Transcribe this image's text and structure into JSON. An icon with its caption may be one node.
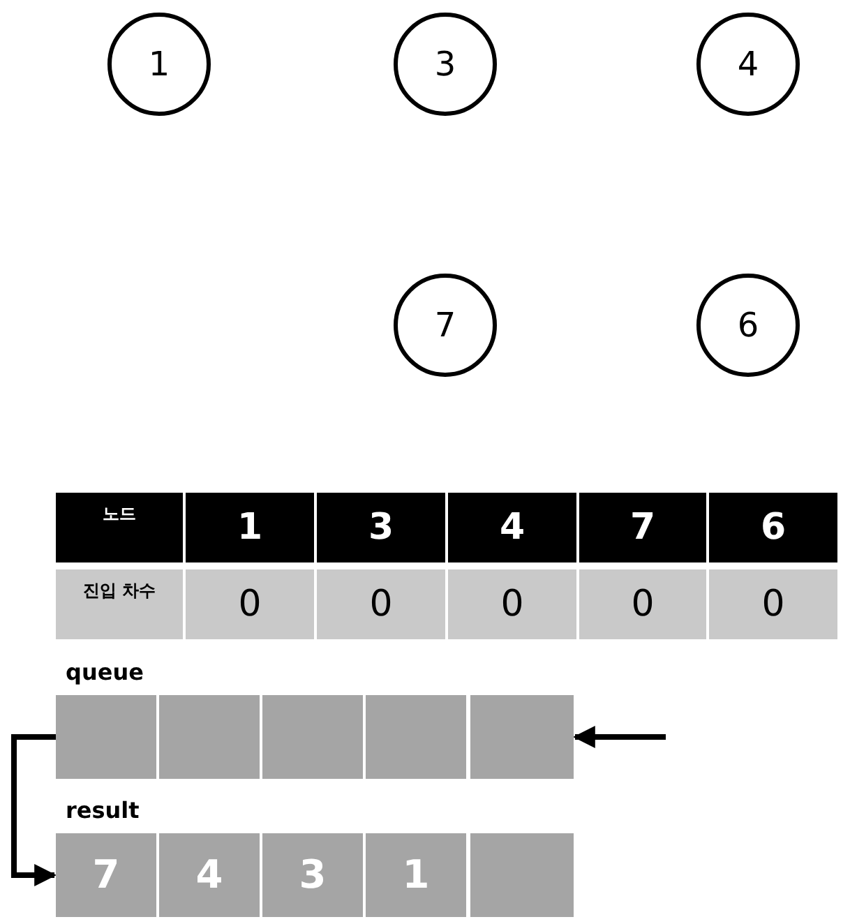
{
  "diagram": {
    "nodes": [
      {
        "text": [
          "1"
        ]
      },
      {
        "text": [
          "3"
        ]
      },
      {
        "text": [
          "4"
        ]
      },
      {
        "text": [
          "7"
        ]
      },
      {
        "text": [
          "6"
        ]
      },
      {
        "text": [],
        "shape": "box"
      },
      {
        "text": [],
        "shape": "box"
      },
      {
        "text": [],
        "shape": "box"
      },
      {
        "text": [],
        "shape": "box"
      },
      {
        "text": [],
        "shape": "box"
      },
      {
        "text": [
          "7"
        ]
      },
      {
        "text": [
          "4"
        ]
      },
      {
        "text": [
          "3"
        ]
      },
      {
        "text": [
          "1"
        ]
      },
      {
        "text": [],
        "shape": "box"
      }
    ],
    "edges": [
      {
        "from": 5,
        "to": 10,
        "arrow": "to"
      },
      {
        "from": null,
        "to": 9,
        "arrow": "to"
      }
    ],
    "labels": [
      "노드",
      "1",
      "3",
      "4",
      "7",
      "6",
      "진입 차수",
      "0",
      "0",
      "0",
      "0",
      "0",
      "queue",
      "result"
    ]
  }
}
